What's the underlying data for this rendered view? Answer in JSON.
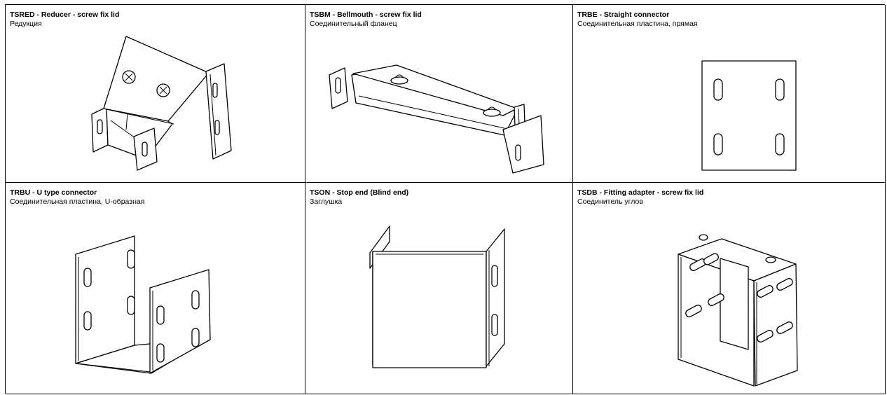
{
  "cells": [
    {
      "title": "TSRED - Reducer - screw fix lid",
      "subtitle": "Редукция",
      "icon": "reducer-drawing"
    },
    {
      "title": "TSBM - Bellmouth - screw fix lid",
      "subtitle": "Соединительный фланец",
      "icon": "bellmouth-drawing"
    },
    {
      "title": "TRBE - Straight connector",
      "subtitle": "Соединительная пластина, прямая",
      "icon": "straight-connector-drawing"
    },
    {
      "title": "TRBU - U type connector",
      "subtitle": "Соединительная пластина, U-образная",
      "icon": "u-connector-drawing"
    },
    {
      "title": "TSON - Stop end (Blind end)",
      "subtitle": "Заглушка",
      "icon": "stop-end-drawing"
    },
    {
      "title": "TSDB - Fitting adapter - screw fix lid",
      "subtitle": "Соединитель углов",
      "icon": "fitting-adapter-drawing"
    }
  ]
}
